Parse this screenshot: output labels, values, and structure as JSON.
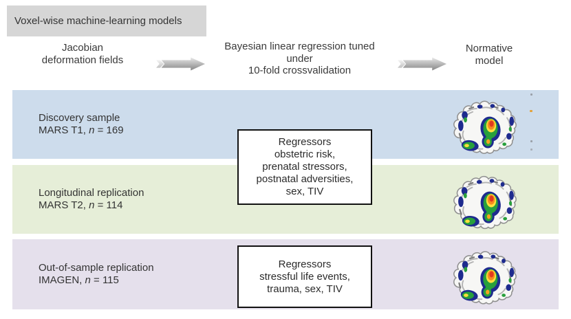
{
  "header": {
    "title": "Voxel-wise machine-learning models"
  },
  "pipeline": {
    "source": "Jacobian\ndeformation fields",
    "process": "Bayesian linear regression tuned\nunder\n10-fold crossvalidation",
    "output": "Normative\nmodel",
    "arrow_icon": "right-block-arrow"
  },
  "rows": [
    {
      "title": "Discovery sample",
      "cohort_prefix": "MARS T1, ",
      "n_symbol": "n",
      "n_value": " = 169",
      "bg_color": "#cddcec",
      "brain_icon": "sagittal-brain-statistical-map"
    },
    {
      "title": "Longitudinal replication",
      "cohort_prefix": "MARS T2, ",
      "n_symbol": "n",
      "n_value": " = 114",
      "bg_color": "#e6eed8",
      "brain_icon": "sagittal-brain-statistical-map"
    },
    {
      "title": "Out-of-sample replication",
      "cohort_prefix": "IMAGEN, ",
      "n_symbol": "n",
      "n_value": " = 115",
      "bg_color": "#e5e0ec",
      "brain_icon": "sagittal-brain-statistical-map"
    }
  ],
  "regressor_boxes": [
    {
      "text": "Regressors\nobstetric risk,\nprenatal stressors,\npostnatal adversities,\nsex, TIV"
    },
    {
      "text": "Regressors\nstressful life events,\ntrauma, sex, TIV"
    }
  ],
  "colors": {
    "header_bg": "#d6d6d6",
    "row_blue": "#cddcec",
    "row_green": "#e6eed8",
    "row_lavender": "#e5e0ec",
    "arrow_gray": "#9c9c9c",
    "box_border": "#111111",
    "heatmap_navy": "#1e2b8e",
    "heatmap_green": "#28a03c",
    "heatmap_yellow": "#ffe03c",
    "heatmap_orange": "#f68b1f",
    "heatmap_red": "#e23a1e"
  }
}
